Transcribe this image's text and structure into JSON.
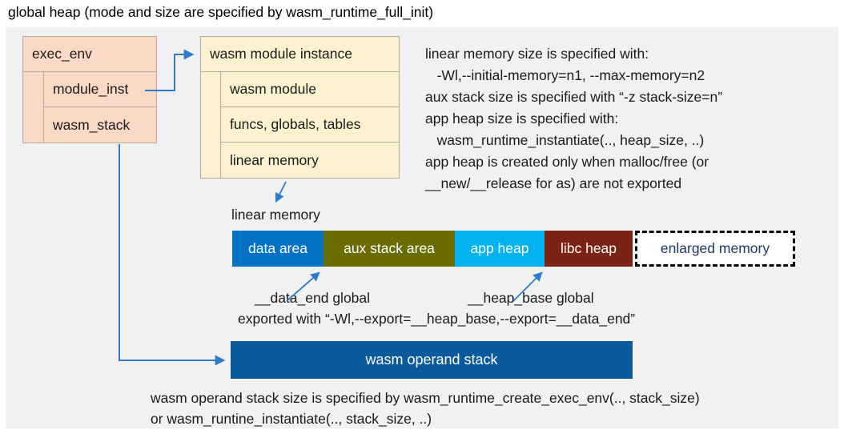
{
  "title": "global heap (mode and size are specified by wasm_runtime_full_init)",
  "exec_env_box": {
    "header": "exec_env",
    "rows": [
      {
        "label": "module_inst"
      },
      {
        "label": "wasm_stack"
      }
    ]
  },
  "module_instance_box": {
    "header": "wasm module instance",
    "rows": [
      {
        "label": "wasm module"
      },
      {
        "label": "funcs, globals, tables"
      },
      {
        "label": "linear memory"
      }
    ]
  },
  "notes_right": {
    "text": "linear memory size is specified with:\n   -Wl,--initial-memory=n1, --max-memory=n2\naux stack size is specified with “-z stack-size=n”\napp heap size is specified with:\n   wasm_runtime_instantiate(.., heap_size, ..)\napp heap is created only when malloc/free (or\n__new/__release for as) are not exported"
  },
  "linear_memory": {
    "label": "linear memory",
    "segments": [
      {
        "label": "data area",
        "color": "#0071c5"
      },
      {
        "label": "aux stack area",
        "color": "#6a6c00"
      },
      {
        "label": "app heap",
        "color": "#00b2f0"
      },
      {
        "label": "libc heap",
        "color": "#7b2416"
      },
      {
        "label": "enlarged memory",
        "color": "#ffffff",
        "text_color": "#1f3864",
        "border": "dashed"
      }
    ]
  },
  "annotations": {
    "data_end_label": "__data_end global",
    "heap_base_label": "__heap_base global",
    "export_note": "exported with “-Wl,--export=__heap_base,--export=__data_end”"
  },
  "operand_stack": {
    "label": "wasm operand stack",
    "note": "wasm operand stack size is specified by wasm_runtime_create_exec_env(.., stack_size)\nor wasm_runtine_instantiate(.., stack_size, ..)"
  },
  "colors": {
    "panel_gray": "#f1f1f1",
    "box_pink": "#fcd9c6",
    "box_cream": "#fdf2d0",
    "operand_stack_blue": "#0b5a9c",
    "arrow_blue": "#2e7bc9",
    "enlarged_text_navy": "#1f3864"
  }
}
